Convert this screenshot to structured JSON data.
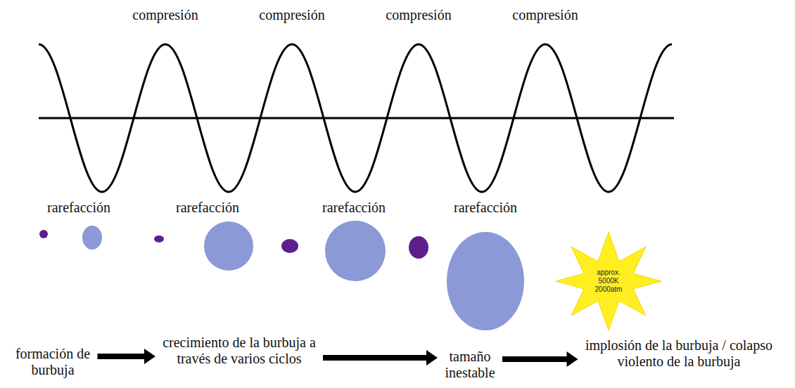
{
  "diagram": {
    "nodes": [
      {
        "text": [
          "approx. 5000K 2000atm"
        ]
      },
      {
        "text": [
          "formación de burbuja"
        ]
      },
      {
        "text": [
          "crecimiento de la burbuja a través de varios ciclos"
        ]
      },
      {
        "text": [
          "tamaño inestable"
        ]
      },
      {
        "text": [
          "implosión de la burbuja / colapso violento de la burbuja"
        ]
      }
    ],
    "edges": [
      {
        "from": 1,
        "to": 2,
        "arrow": "to"
      },
      {
        "from": 2,
        "to": 3,
        "arrow": "to"
      },
      {
        "from": 3,
        "to": 4,
        "arrow": "to"
      }
    ],
    "labels": [
      "compresión",
      "compresión",
      "compresión",
      "compresión",
      "rarefacción",
      "rarefacción",
      "rarefacción",
      "rarefacción"
    ]
  }
}
